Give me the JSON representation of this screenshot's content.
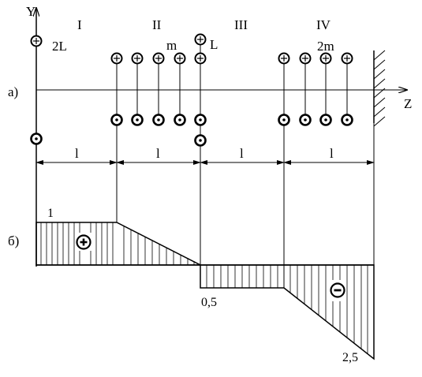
{
  "axes": {
    "y_label": "Y",
    "z_label": "Z"
  },
  "parts": {
    "a_label": "а)",
    "b_label": "б)"
  },
  "sections": [
    "I",
    "II",
    "III",
    "IV"
  ],
  "conductor_labels": {
    "left_2L": "2L",
    "m": "m",
    "L": "L",
    "right_2m": "2m"
  },
  "dimension_labels": [
    "l",
    "l",
    "l",
    "l"
  ],
  "diagram_values": {
    "v1": "1",
    "v05": "0,5",
    "v25": "2,5"
  },
  "sign_marks": {
    "positive": "plus",
    "negative": "minus"
  }
}
